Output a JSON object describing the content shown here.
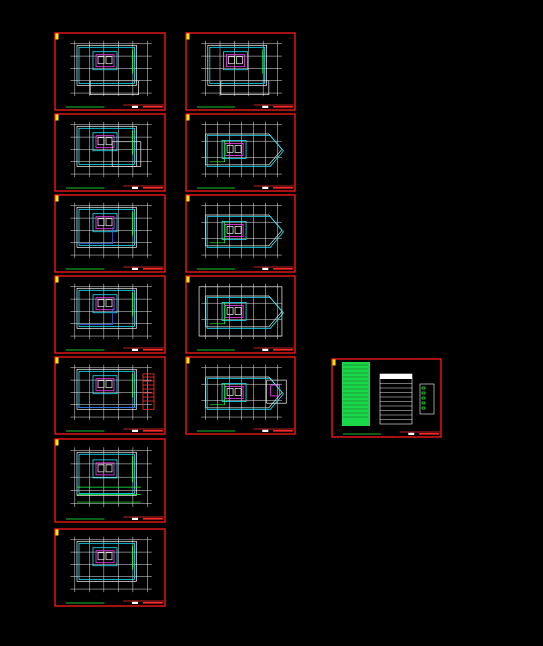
{
  "viewer": {
    "background": "#000000"
  },
  "colors": {
    "frame": "#ff1a1a",
    "tab": "#ffea00",
    "walls": "#f2f2f2",
    "core": "#ff3cff",
    "cyan": "#19e6ff",
    "green": "#1dff3a",
    "blue": "#3a6bff"
  },
  "sheets": [
    {
      "id": "s1",
      "variant": "plan-with-court"
    },
    {
      "id": "s2",
      "variant": "plan-lshape"
    },
    {
      "id": "s3",
      "variant": "plan-square"
    },
    {
      "id": "s4",
      "variant": "plan-square-grid"
    },
    {
      "id": "s5",
      "variant": "plan-wide-legend"
    },
    {
      "id": "s6",
      "variant": "plan-pipes"
    },
    {
      "id": "s7",
      "variant": "plan-small"
    },
    {
      "id": "s8",
      "variant": "plan-with-court"
    },
    {
      "id": "s9",
      "variant": "plan-ship"
    },
    {
      "id": "s10",
      "variant": "plan-ship"
    },
    {
      "id": "s11",
      "variant": "plan-ship-large"
    },
    {
      "id": "s12",
      "variant": "plan-ship-detail"
    },
    {
      "id": "s13",
      "variant": "legend-schedule"
    }
  ],
  "legend_sheet": {
    "table_heading": "",
    "note": ""
  }
}
